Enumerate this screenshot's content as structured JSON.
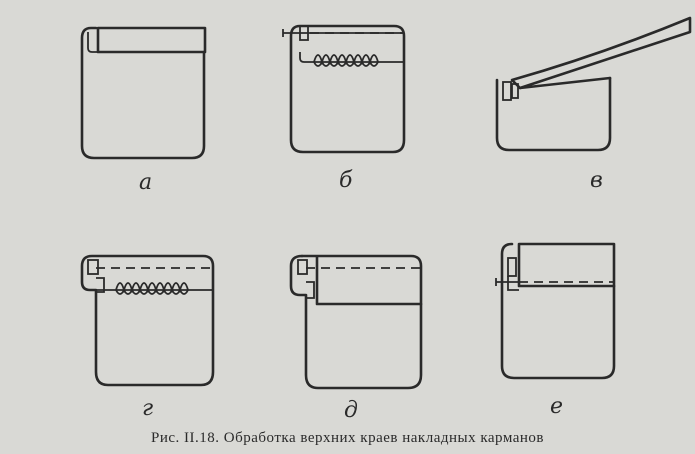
{
  "labels": [
    "а",
    "б",
    "в",
    "г",
    "д",
    "е"
  ],
  "caption": "Рис. II.18. Обработка верхних краев накладных карманов"
}
